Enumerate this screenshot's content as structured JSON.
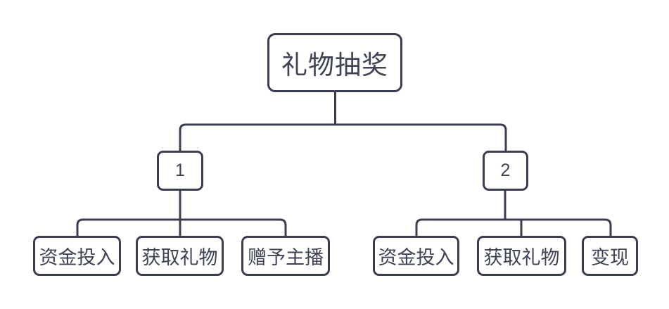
{
  "diagram": {
    "type": "tree",
    "colors": {
      "line": "#3a3e50",
      "text": "#3f4354",
      "node_fill": "#ffffff",
      "background": "#ffffff"
    },
    "root": {
      "label": "礼物抽奖"
    },
    "branches": [
      {
        "label": "1",
        "children": [
          {
            "label": "资金投入"
          },
          {
            "label": "获取礼物"
          },
          {
            "label": "赠予主播"
          }
        ]
      },
      {
        "label": "2",
        "children": [
          {
            "label": "资金投入"
          },
          {
            "label": "获取礼物"
          },
          {
            "label": "变现"
          }
        ]
      }
    ]
  }
}
